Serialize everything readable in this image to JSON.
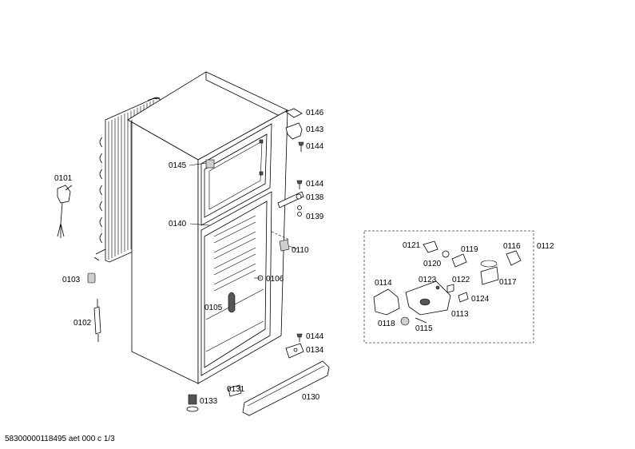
{
  "labels": {
    "p0101": "0101",
    "p0102": "0102",
    "p0103": "0103",
    "p0105": "0105",
    "p0106": "0106",
    "p0110": "0110",
    "p0112": "0112",
    "p0113": "0113",
    "p0114": "0114",
    "p0115": "0115",
    "p0116": "0116",
    "p0117": "0117",
    "p0118": "0118",
    "p0119": "0119",
    "p0120": "0120",
    "p0121": "0121",
    "p0122": "0122",
    "p0123": "0123",
    "p0124": "0124",
    "p0130": "0130",
    "p0131": "0131",
    "p0133": "0133",
    "p0134": "0134",
    "p0138": "0138",
    "p0139": "0139",
    "p0140": "0140",
    "p0143": "0143",
    "p0144a": "0144",
    "p0144b": "0144",
    "p0144c": "0144",
    "p0145": "0145",
    "p0146": "0146"
  },
  "footer": "58300000118495 aet 000 c 1/3"
}
